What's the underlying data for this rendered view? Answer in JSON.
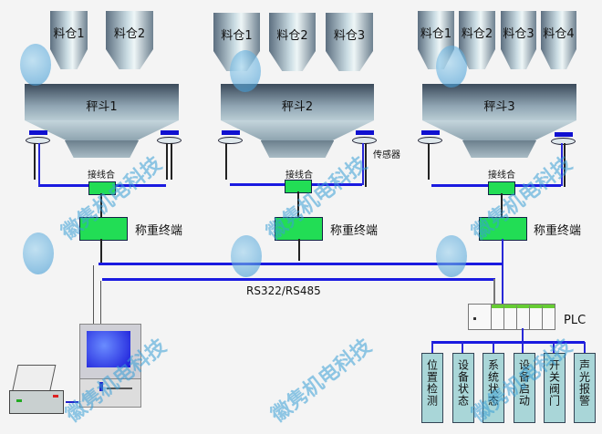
{
  "groups": [
    {
      "silos": [
        "料仓1",
        "料仓2"
      ],
      "hopper": "秤斗1",
      "junction": "接线合",
      "terminal": "称重终端"
    },
    {
      "silos": [
        "料仓1",
        "料仓2",
        "料仓3"
      ],
      "hopper": "秤斗2",
      "junction": "接线合",
      "terminal": "称重终端",
      "sensor_label": "传感器"
    },
    {
      "silos": [
        "料仓1",
        "料仓2",
        "料仓3",
        "料仓4"
      ],
      "hopper": "秤斗3",
      "junction": "接线合",
      "terminal": "称重终端"
    }
  ],
  "bus_label": "RS322/RS485",
  "plc": {
    "label": "PLC",
    "outputs": [
      "位置检测",
      "设备状态",
      "系统状态",
      "设备启动",
      "开关阀门",
      "声光报警"
    ]
  },
  "watermark": "徽隽机电科技",
  "colors": {
    "bus": "#1a1ae0",
    "terminal": "#22dd55",
    "output_box": "#a9d6d8"
  }
}
